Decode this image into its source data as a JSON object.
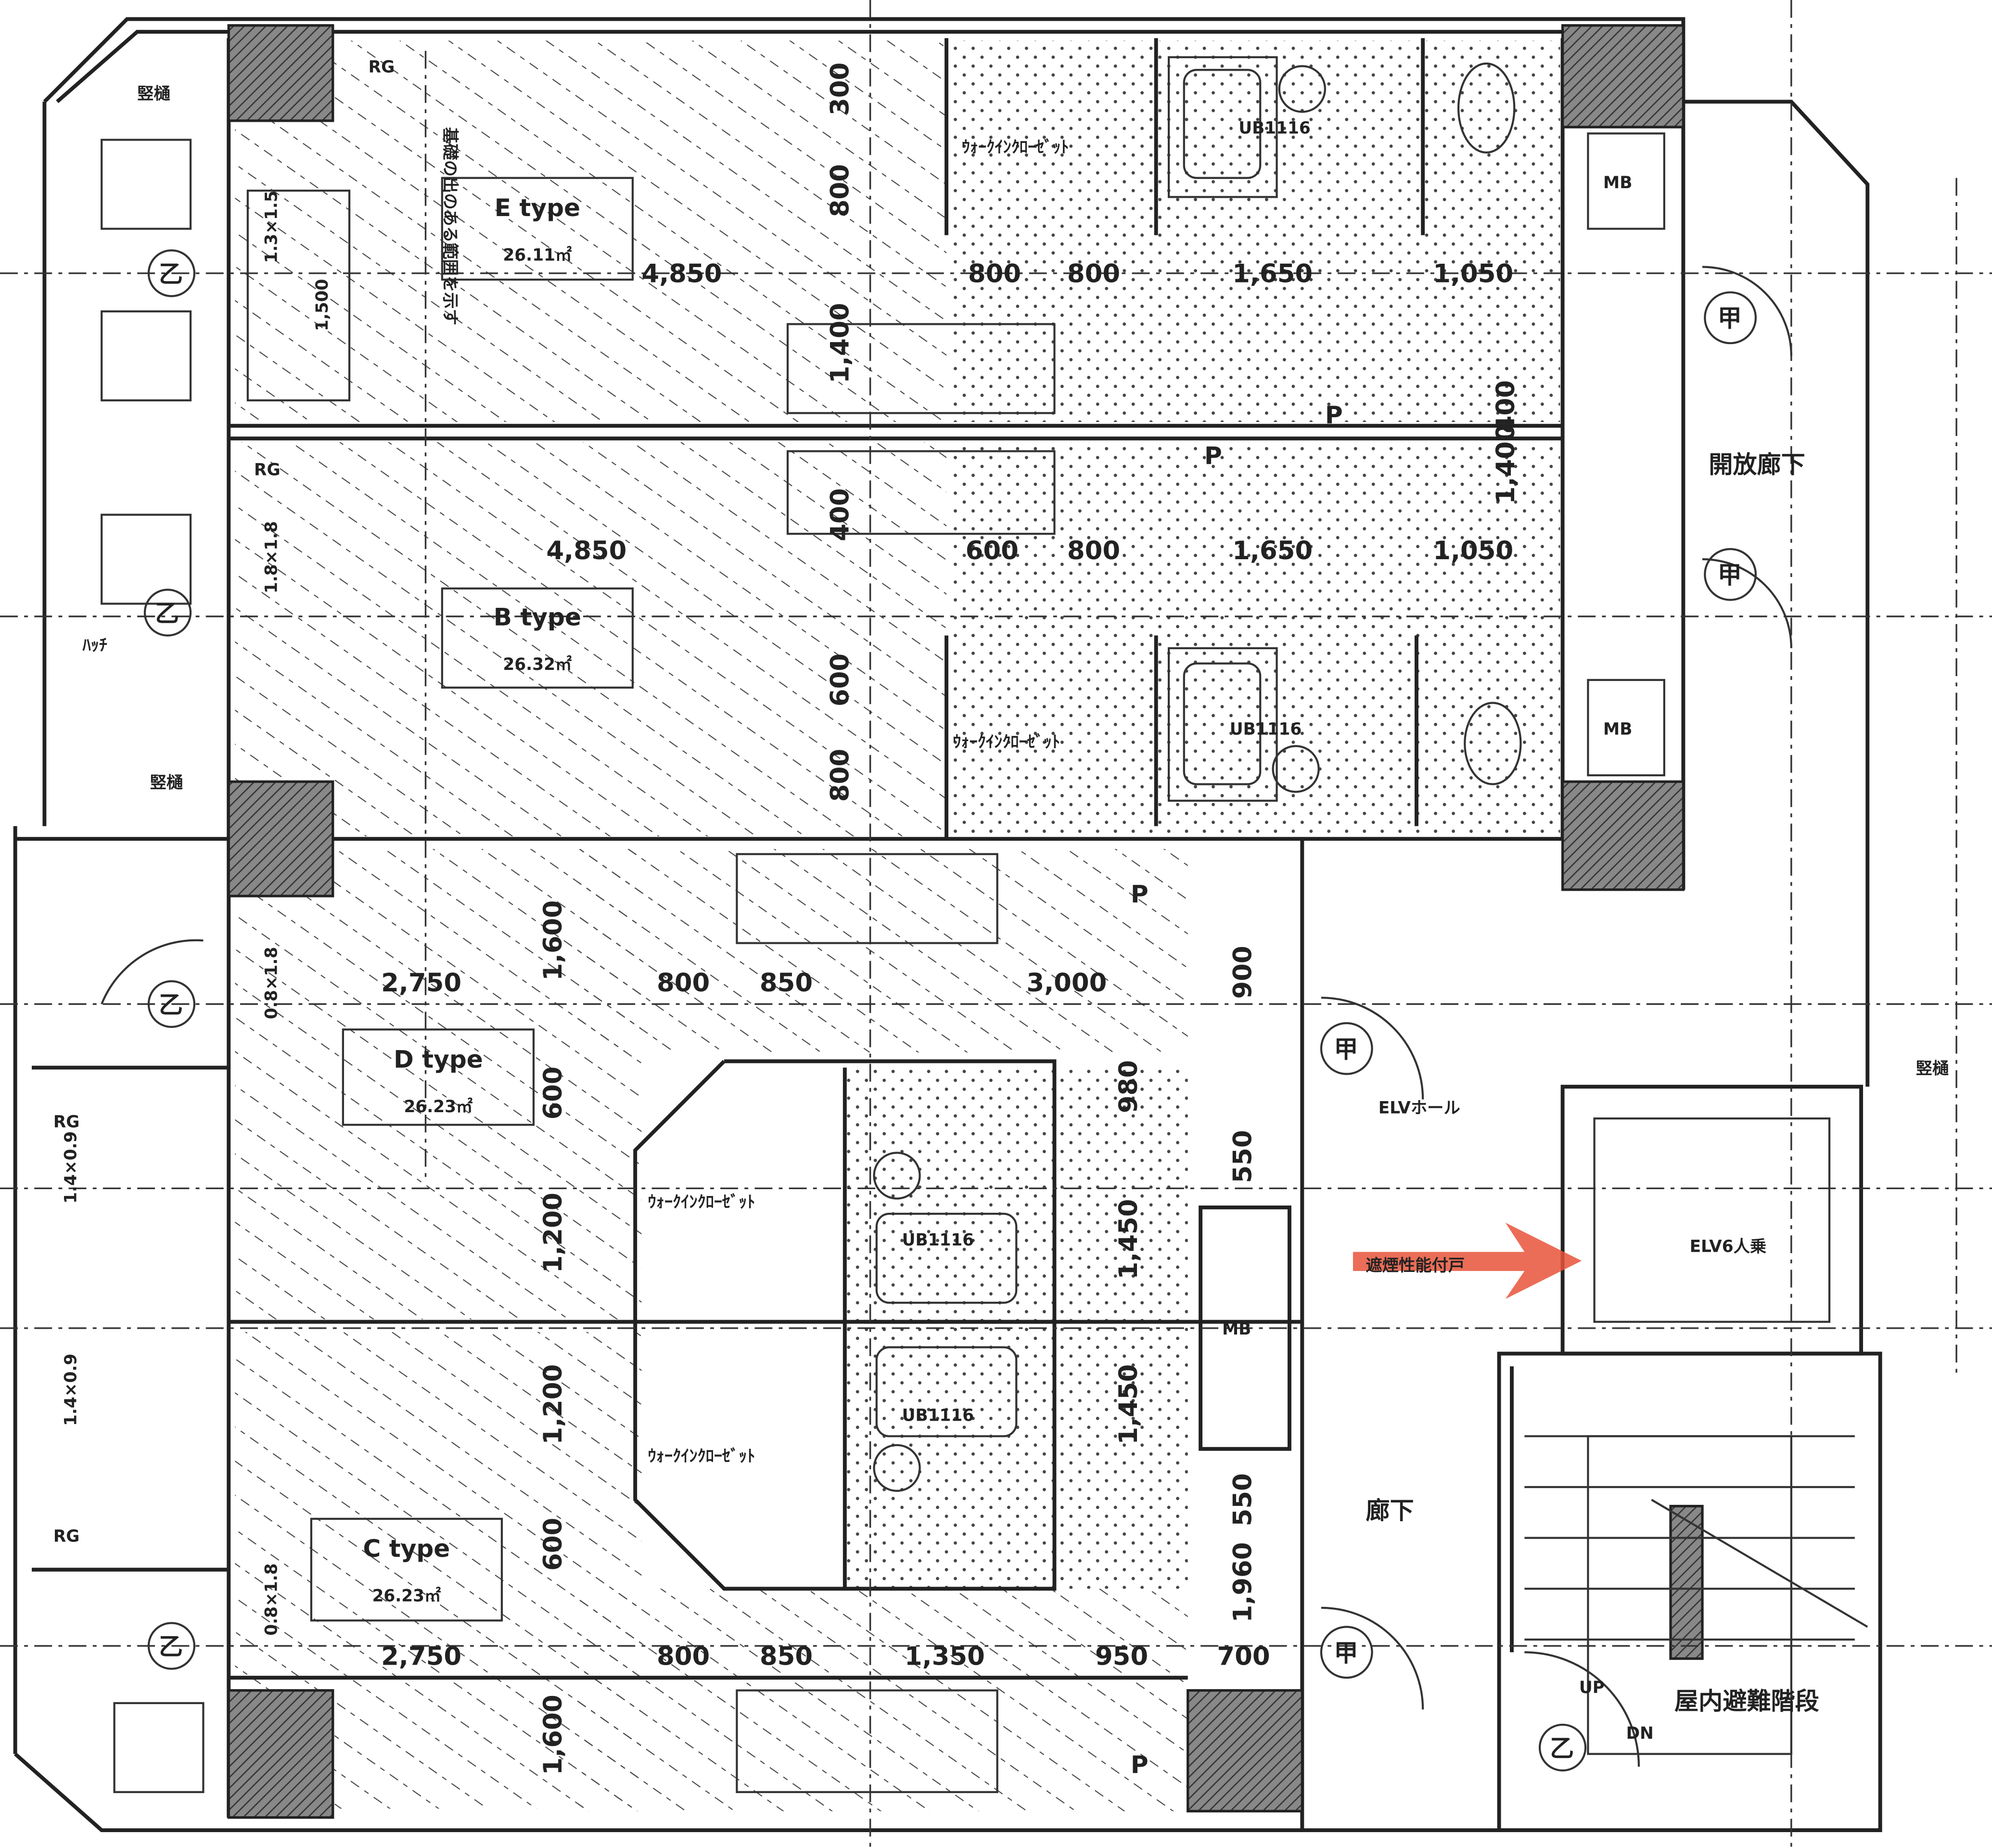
{
  "units": [
    {
      "type": "E type",
      "area": "26.11㎡"
    },
    {
      "type": "B type",
      "area": "26.32㎡"
    },
    {
      "type": "D type",
      "area": "26.23㎡"
    },
    {
      "type": "C type",
      "area": "26.23㎡"
    }
  ],
  "rooms": {
    "ub": "UB1116",
    "walk_in_closet": "ｳｫｰｸｲﾝｸﾛｰｾﾞｯﾄ",
    "mb": "MB",
    "p": "P",
    "door_ko": "甲",
    "door_otsu": "乙",
    "open_corridor": "開放廊下",
    "elv_hall": "ELVホール",
    "corridor": "廊下",
    "elevator": "ELV6人乗",
    "smoke_door": "遮煙性能付戸",
    "stair": "屋内避難階段",
    "up": "UP",
    "dn": "DN",
    "downpipe": "竪樋",
    "rg": "RG",
    "hatch": "ﾊｯﾁ",
    "note_vertical": "基礎の出のある範囲を示す"
  },
  "windows": {
    "e": "1.3×1.5",
    "e_h": "1,500",
    "b": "1.8×1.8",
    "d": "0.8×1.8",
    "c": "0.8×1.8",
    "rg1": "1.4×0.9",
    "rg2": "1.4×0.9"
  },
  "dims": {
    "e_width": "4,850",
    "e_800a": "800",
    "e_800b": "800",
    "e_1650": "1,650",
    "e_1050": "1,050",
    "e_v300": "300",
    "e_v800": "800",
    "e_v1400": "1,400",
    "b_width": "4,850",
    "b_600": "600",
    "b_800": "800",
    "b_1650": "1,650",
    "b_1050": "1,050",
    "b_v400": "400",
    "b_v600": "600",
    "b_v800": "800",
    "v400": "400",
    "v1400": "1,400",
    "d_2750": "2,750",
    "d_800": "800",
    "d_850": "850",
    "d_3000": "3,000",
    "d_v1600": "1,600",
    "d_v600": "600",
    "d_v1200": "1,200",
    "d_v900": "900",
    "d_v980": "980",
    "d_v550": "550",
    "d_v1450": "1,450",
    "c_2750": "2,750",
    "c_800": "800",
    "c_850": "850",
    "c_1350": "1,350",
    "c_950": "950",
    "c_700": "700",
    "c_v1200": "1,200",
    "c_v600": "600",
    "c_v1600": "1,600",
    "c_v1450": "1,450",
    "c_v550": "550",
    "c_v1960": "1,960"
  },
  "colors": {
    "line": "#222222",
    "arrow": "#e8543a"
  }
}
